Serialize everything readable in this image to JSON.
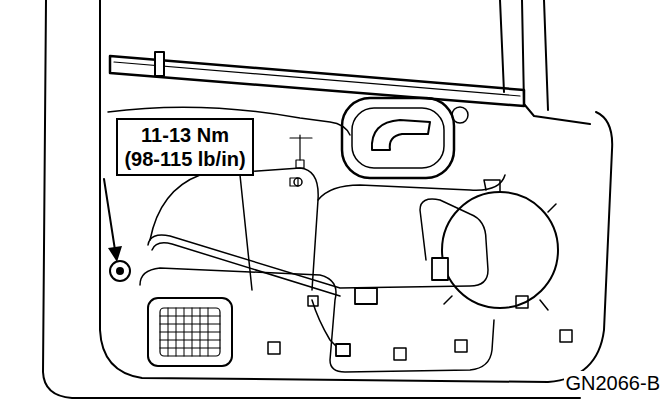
{
  "diagram": {
    "nodes": [
      {
        "text": [
          "11-13 Nm",
          "(98-115 lb/in)"
        ]
      }
    ],
    "labels": [
      "GN2066-B"
    ]
  }
}
